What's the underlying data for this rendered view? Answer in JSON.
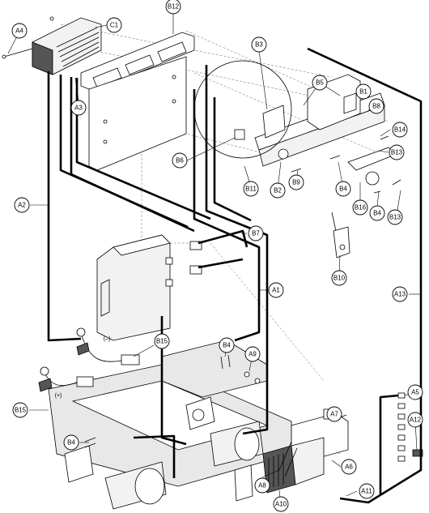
{
  "callouts": [
    {
      "id": "A4",
      "label": "A4"
    },
    {
      "id": "C1",
      "label": "C1"
    },
    {
      "id": "B12",
      "label": "B12"
    },
    {
      "id": "A3",
      "label": "A3"
    },
    {
      "id": "B3",
      "label": "B3"
    },
    {
      "id": "B5",
      "label": "B5"
    },
    {
      "id": "B1",
      "label": "B1"
    },
    {
      "id": "B8",
      "label": "B8"
    },
    {
      "id": "B14",
      "label": "B14"
    },
    {
      "id": "B13a",
      "label": "B13"
    },
    {
      "id": "B6",
      "label": "B6"
    },
    {
      "id": "B11",
      "label": "B11"
    },
    {
      "id": "B2",
      "label": "B2"
    },
    {
      "id": "B9",
      "label": "B9"
    },
    {
      "id": "B4a",
      "label": "B4"
    },
    {
      "id": "B16",
      "label": "B16"
    },
    {
      "id": "B4b",
      "label": "B4"
    },
    {
      "id": "B13b",
      "label": "B13"
    },
    {
      "id": "A2",
      "label": "A2"
    },
    {
      "id": "B7",
      "label": "B7"
    },
    {
      "id": "B10",
      "label": "B10"
    },
    {
      "id": "A1",
      "label": "A1"
    },
    {
      "id": "A13",
      "label": "A13"
    },
    {
      "id": "B15a",
      "label": "B15"
    },
    {
      "id": "B4c",
      "label": "B4"
    },
    {
      "id": "A9",
      "label": "A9"
    },
    {
      "id": "A5",
      "label": "A5"
    },
    {
      "id": "B15b",
      "label": "B15"
    },
    {
      "id": "A7",
      "label": "A7"
    },
    {
      "id": "A12",
      "label": "A12"
    },
    {
      "id": "B4d",
      "label": "B4"
    },
    {
      "id": "A6",
      "label": "A6"
    },
    {
      "id": "A8",
      "label": "A8"
    },
    {
      "id": "A10",
      "label": "A10"
    },
    {
      "id": "A11",
      "label": "A11"
    }
  ],
  "polarity": {
    "minus": "(–)",
    "plus": "(+)"
  }
}
